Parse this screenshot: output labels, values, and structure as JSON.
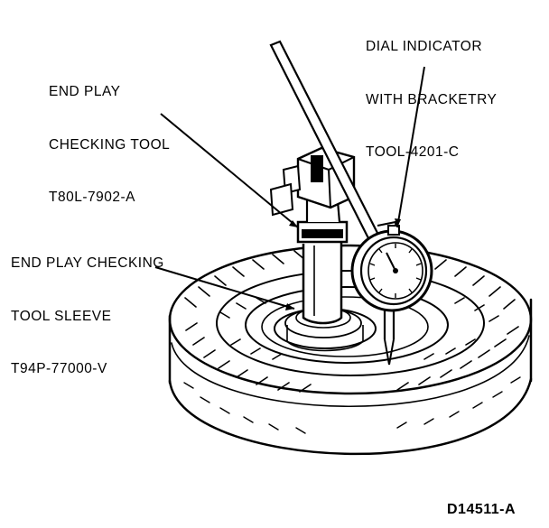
{
  "labels": {
    "dial_indicator": [
      "DIAL INDICATOR",
      "WITH BRACKETRY",
      "TOOL-4201-C"
    ],
    "end_play_tool": [
      "END PLAY",
      "CHECKING TOOL",
      "T80L-7902-A"
    ],
    "tool_sleeve": [
      "END PLAY CHECKING",
      "TOOL SLEEVE",
      "T94P-77000-V"
    ]
  },
  "figure_id": "D14511-A",
  "colors": {
    "ink": "#000000",
    "paper": "#ffffff"
  }
}
